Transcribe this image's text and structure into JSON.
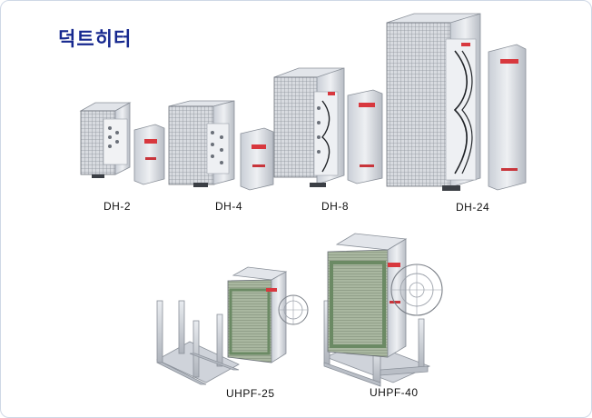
{
  "page": {
    "title": "덕트히터"
  },
  "products": {
    "dh2": "DH-2",
    "dh4": "DH-4",
    "dh8": "DH-8",
    "dh24": "DH-24",
    "uhpf25": "UHPF-25",
    "uhpf40": "UHPF-40"
  }
}
